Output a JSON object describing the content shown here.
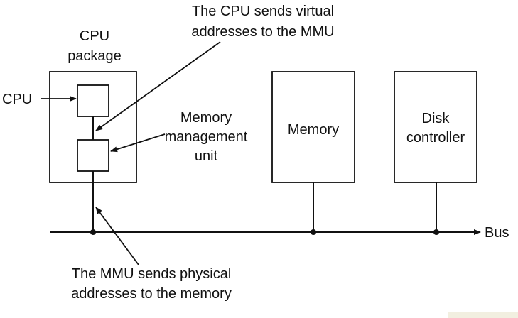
{
  "labels": {
    "cpu_note_line1": "The CPU sends virtual",
    "cpu_note_line2": "addresses to the MMU",
    "package_line1": "CPU",
    "package_line2": "package",
    "cpu": "CPU",
    "mmu_line1": "Memory",
    "mmu_line2": "management",
    "mmu_line3": "unit",
    "memory": "Memory",
    "disk_line1": "Disk",
    "disk_line2": "controller",
    "bus": "Bus",
    "mmu_note_line1": "The MMU sends physical",
    "mmu_note_line2": "addresses to the memory"
  }
}
